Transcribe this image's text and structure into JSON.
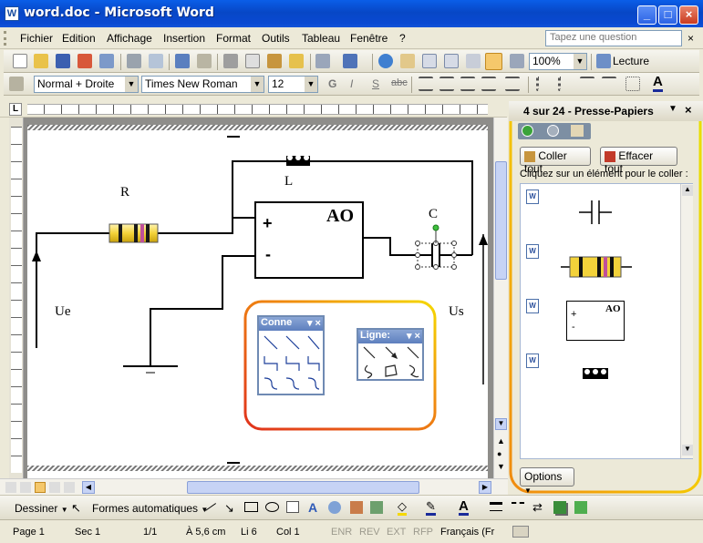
{
  "window": {
    "title": "word.doc - Microsoft Word",
    "app_icon": "W"
  },
  "menu": {
    "items": [
      "Fichier",
      "Edition",
      "Affichage",
      "Insertion",
      "Format",
      "Outils",
      "Tableau",
      "Fenêtre",
      "?"
    ],
    "ask_placeholder": "Tapez une question",
    "close_glyph": "×"
  },
  "standard_toolbar": {
    "zoom": "100%",
    "reading_label": "Lecture"
  },
  "format_toolbar": {
    "style": "Normal + Droite",
    "font": "Times New Roman",
    "size": "12",
    "bold": "G",
    "italic": "I",
    "underline": "S",
    "strike": "abc"
  },
  "document": {
    "labels": {
      "resistor": "R",
      "inductor": "L",
      "capacitor": "C",
      "amp": "AO",
      "plus": "+",
      "minus": "-",
      "ue": "Ue",
      "us": "Us"
    },
    "connectors_toolbar": {
      "title": "Conne"
    },
    "lines_toolbar": {
      "title": "Ligne:"
    }
  },
  "task_pane": {
    "title": "4 sur 24 - Presse-Papiers",
    "paste_all": "Coller tout",
    "clear_all": "Effacer tout",
    "instruction": "Cliquez sur un élément pour le coller :",
    "clip_amp_label": "AO",
    "clip_plus": "+",
    "clip_minus": "-",
    "options": "Options"
  },
  "drawing_toolbar": {
    "draw_label": "Dessiner",
    "autoshapes_label": "Formes automatiques"
  },
  "status_bar": {
    "page": "Page 1",
    "sec": "Sec 1",
    "pages": "1/1",
    "at": "À 5,6 cm",
    "line": "Li 6",
    "col": "Col 1",
    "rec": "ENR",
    "rev": "REV",
    "ext": "EXT",
    "ovr": "RFP",
    "lang": "Français (Fr"
  },
  "colors": {
    "title_blue": "#0a5ee8",
    "highlight_red": "#e0321c",
    "highlight_yellow": "#f5d800",
    "resistor_yellow": "#f3d23a"
  }
}
